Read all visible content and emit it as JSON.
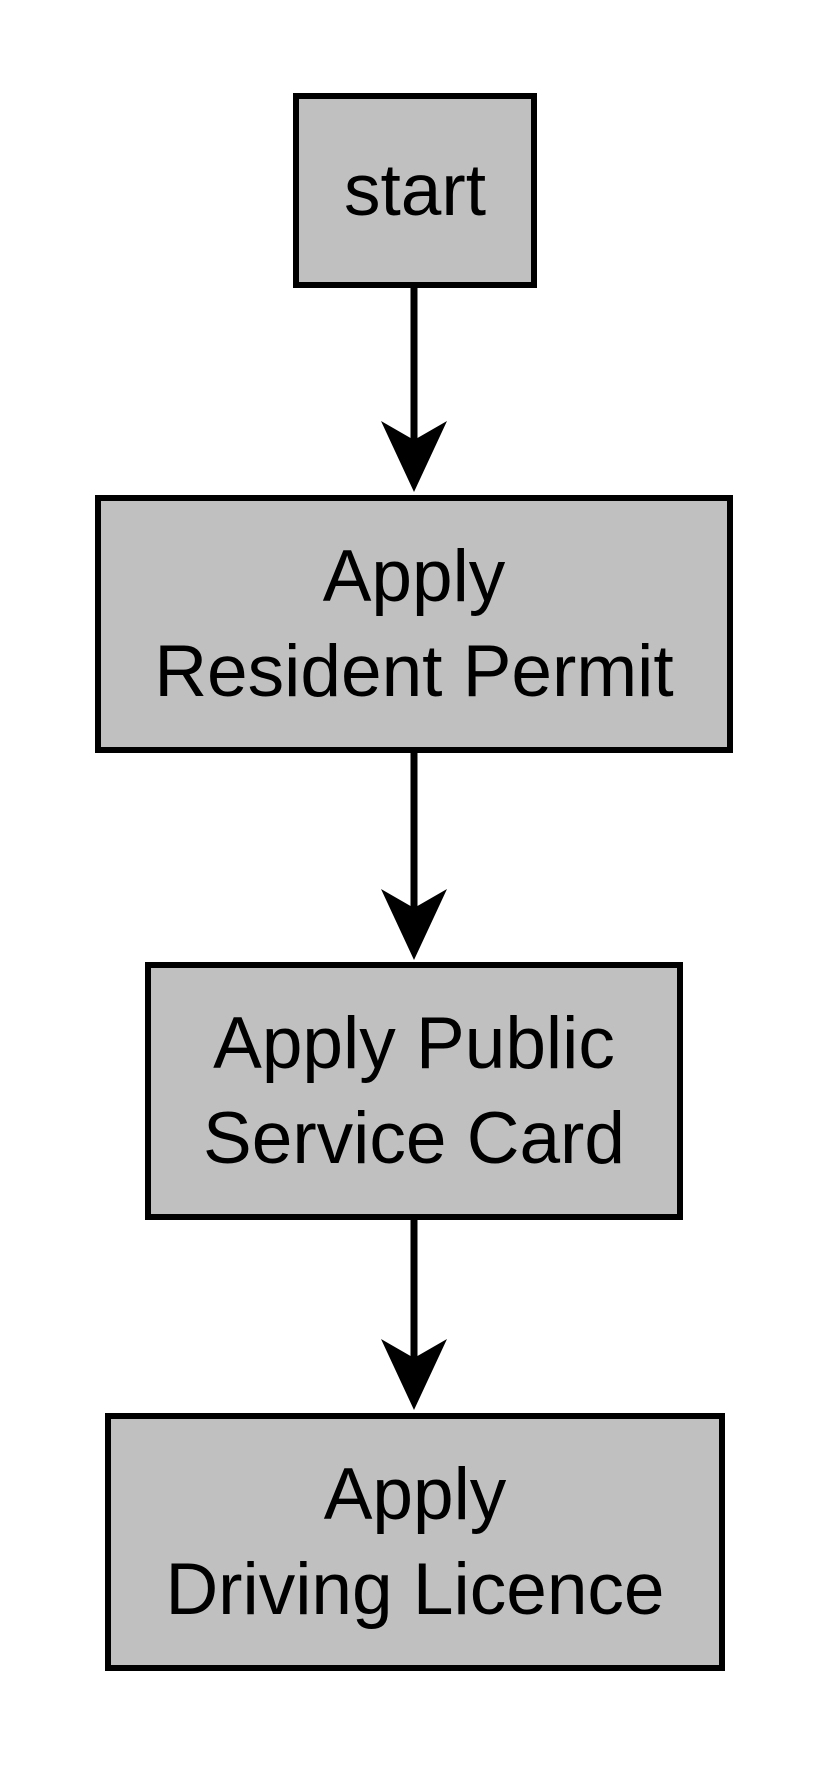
{
  "diagram": {
    "type": "flowchart",
    "direction": "top-down",
    "colors": {
      "background": "#ffffff",
      "node_fill": "#c0c0c0",
      "node_stroke": "#000000",
      "edge": "#000000",
      "text": "#000000"
    },
    "arrowhead_style": "vee",
    "nodes": [
      {
        "id": "start",
        "label": "start",
        "lines": [
          "start"
        ]
      },
      {
        "id": "apply-resident-permit",
        "label": "Apply Resident Permit",
        "lines": [
          "Apply",
          "Resident Permit"
        ]
      },
      {
        "id": "apply-public-service-card",
        "label": "Apply Public Service Card",
        "lines": [
          "Apply Public",
          "Service Card"
        ]
      },
      {
        "id": "apply-driving-licence",
        "label": "Apply Driving Licence",
        "lines": [
          "Apply",
          "Driving Licence"
        ]
      }
    ],
    "edges": [
      {
        "from": "start",
        "to": "apply-resident-permit",
        "label": ""
      },
      {
        "from": "apply-resident-permit",
        "to": "apply-public-service-card",
        "label": ""
      },
      {
        "from": "apply-public-service-card",
        "to": "apply-driving-licence",
        "label": ""
      }
    ]
  }
}
